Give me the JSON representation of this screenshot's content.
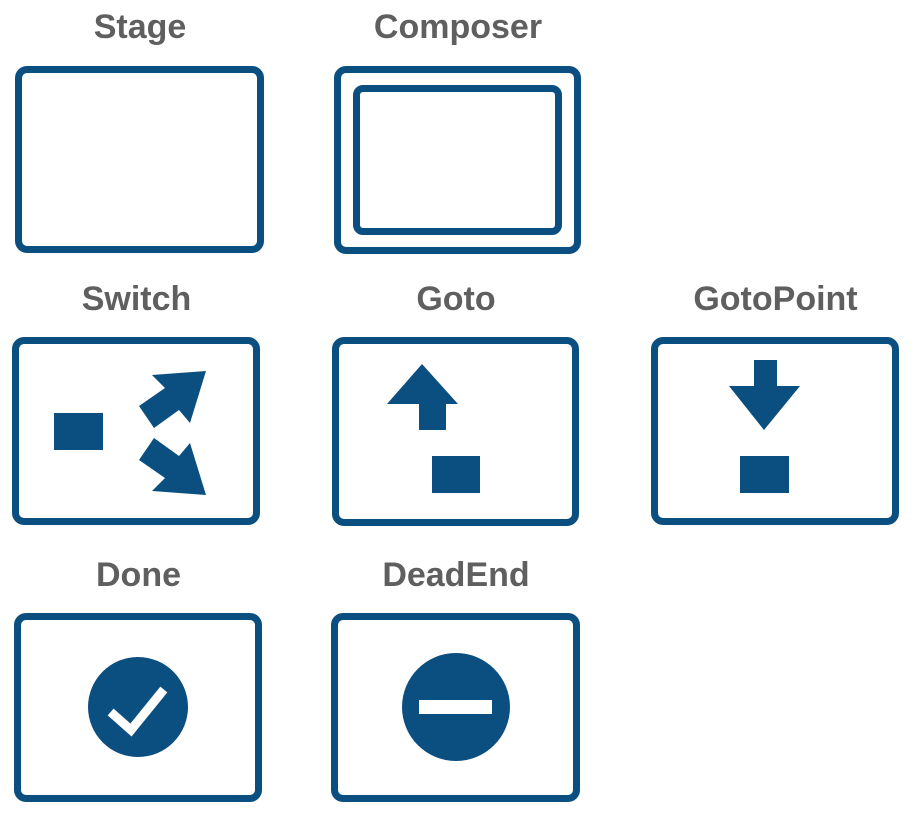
{
  "color": "#0b4f80",
  "label_color": "#5f5f5f",
  "nodes": {
    "stage": {
      "label": "Stage"
    },
    "composer": {
      "label": "Composer"
    },
    "switch": {
      "label": "Switch",
      "icon": "switch-icon"
    },
    "goto": {
      "label": "Goto",
      "icon": "goto-icon"
    },
    "gotopoint": {
      "label": "GotoPoint",
      "icon": "gotopoint-icon"
    },
    "done": {
      "label": "Done",
      "icon": "checkmark-circle-icon"
    },
    "deadend": {
      "label": "DeadEnd",
      "icon": "no-entry-icon"
    }
  }
}
